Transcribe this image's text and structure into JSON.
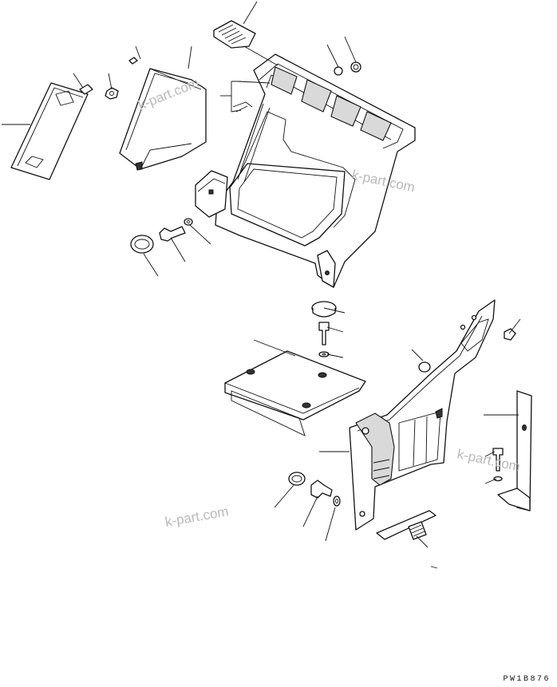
{
  "watermarks": [
    "k-part.com",
    "k-part.com",
    "k-part.com",
    "k-part.com"
  ],
  "drawing_code": "PW1B876"
}
